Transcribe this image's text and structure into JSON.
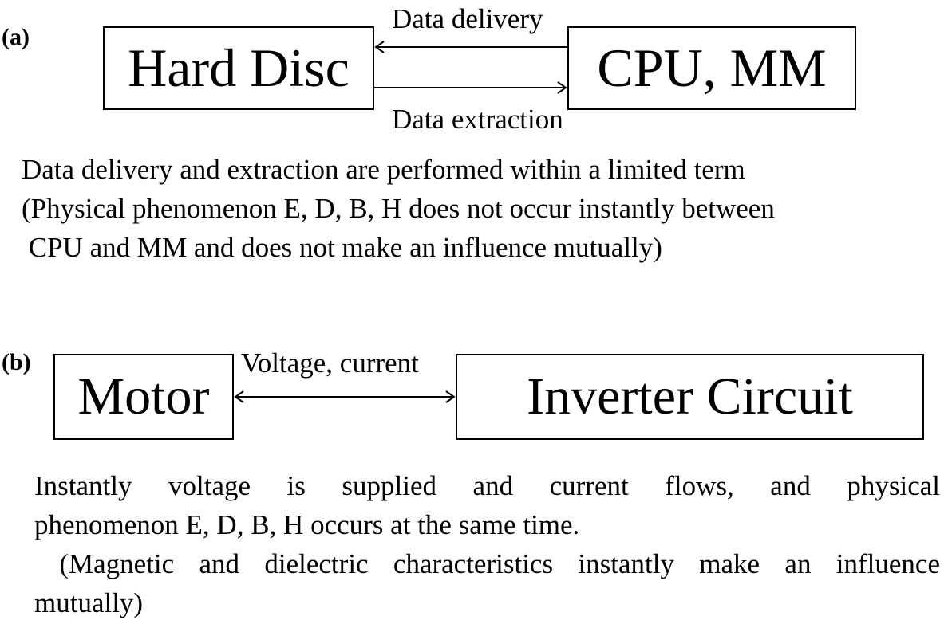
{
  "panels": {
    "a": {
      "label": "(a)",
      "left_node": "Hard Disc",
      "right_node": "CPU, MM",
      "top_edge": "Data delivery",
      "bottom_edge": "Data extraction",
      "description": [
        "Data delivery and extraction are performed within a limited term",
        "(Physical phenomenon E, D, B, H does not occur instantly between",
        " CPU and MM and does not make an influence mutually)"
      ]
    },
    "b": {
      "label": "(b)",
      "left_node": "Motor",
      "right_node": "Inverter Circuit",
      "edge": "Voltage, current",
      "description": [
        "Instantly voltage is supplied and current flows, and physical",
        "phenomenon E, D, B, H occurs at the same time.",
        " (Magnetic and dielectric characteristics instantly make an influence",
        "mutually)"
      ]
    }
  }
}
